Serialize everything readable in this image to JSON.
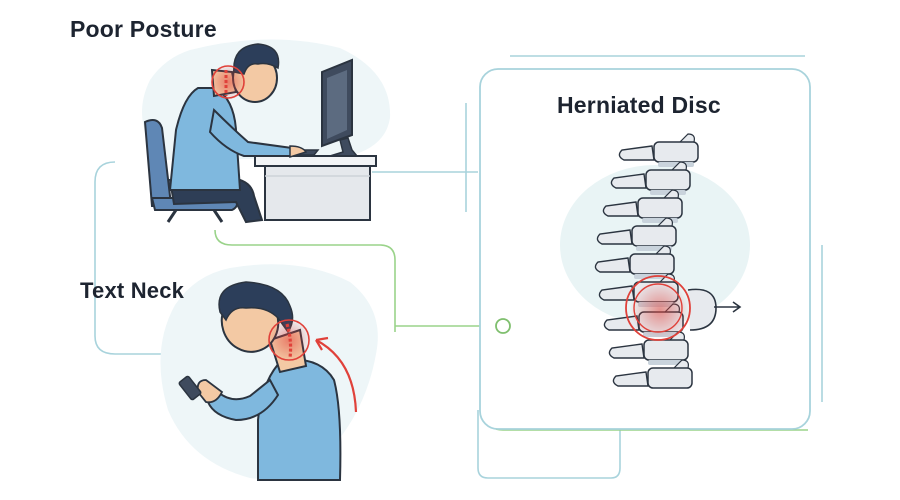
{
  "panels": {
    "poor_posture": {
      "title": "Poor Posture"
    },
    "text_neck": {
      "title": "Text Neck"
    },
    "herniated_disc": {
      "title": "Herniated Disc"
    }
  },
  "colors": {
    "outline": "#2b3440",
    "shirt": "#7fb8de",
    "skin": "#f3c9a4",
    "hair": "#2c3e5a",
    "pants": "#2e3e56",
    "chair": "#5f87b5",
    "desk": "#f2f4f6",
    "pain": "#e0413a",
    "connector_blue": "#a8d3dc",
    "connector_green": "#9ad38a",
    "bone": "#e7eaee",
    "highlight_bg": "#e9f4f5"
  },
  "icons": {
    "neck_pain": "pain-circle-icon",
    "curve_arrow": "curved-arrow-icon",
    "disc_arrow": "arrow-right-icon"
  }
}
